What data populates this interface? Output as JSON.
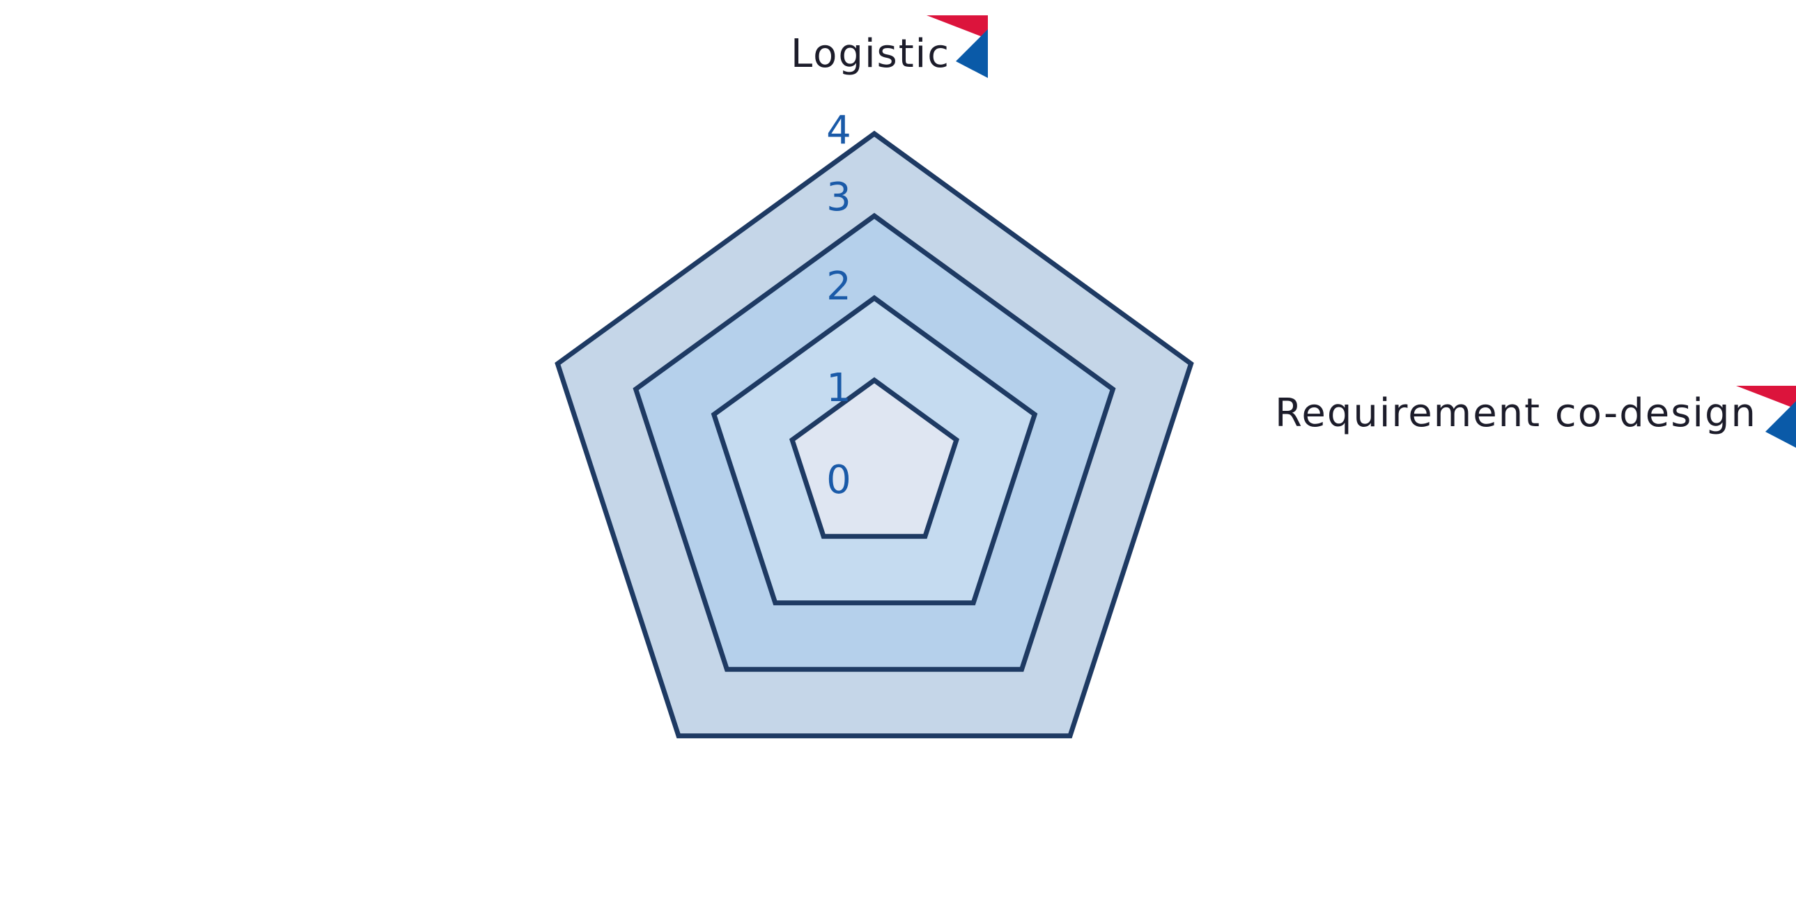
{
  "chart_data": {
    "type": "radar",
    "axes": [
      "Logistic",
      "Requirement co-design",
      "",
      "",
      ""
    ],
    "scale_ticks": [
      "0",
      "1",
      "2",
      "3",
      "4"
    ],
    "rlim": [
      0,
      4
    ],
    "levels": [
      1,
      2,
      3,
      4
    ],
    "grid": true,
    "legend": "none"
  },
  "colors": {
    "outline": "#1e3a63",
    "tick_text": "#1a5aa8",
    "axis_text": "#1c1c2a",
    "fill_level_1": "#dfe6f2",
    "fill_level_2": "#c5dbf0",
    "fill_level_3": "#b5d0eb",
    "fill_level_4": "#c5d6e8",
    "flag_red": "#dc143c",
    "flag_blue": "#0a5aa8"
  },
  "icons": {
    "axis_marker": "red-blue-flag-icon"
  }
}
